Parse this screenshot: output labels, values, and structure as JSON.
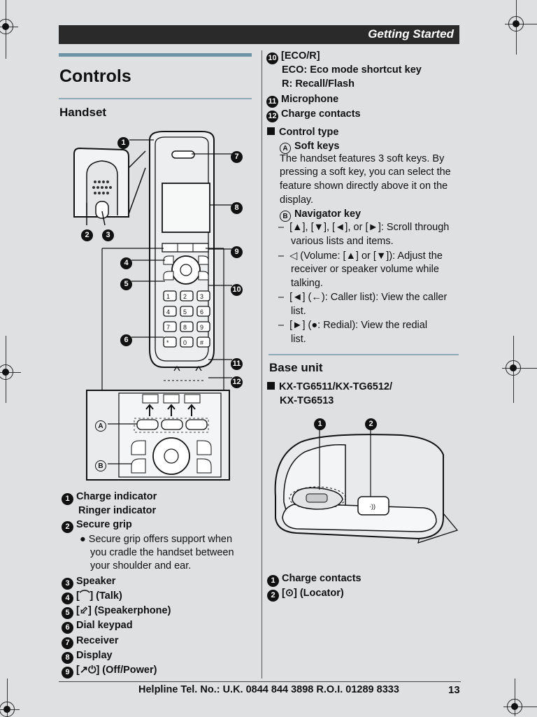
{
  "header": {
    "title": "Getting Started"
  },
  "left": {
    "heading": "Controls",
    "subheading": "Handset",
    "callouts": [
      "1",
      "2",
      "3",
      "4",
      "5",
      "6",
      "7",
      "8",
      "9",
      "10",
      "11",
      "12",
      "A",
      "B"
    ],
    "items": [
      {
        "n": "1",
        "text": "Charge indicator"
      },
      {
        "n": "",
        "text": "Ringer indicator"
      },
      {
        "n": "2",
        "text": "Secure grip"
      },
      {
        "n": "",
        "text": "Secure grip offers support when"
      },
      {
        "n": "",
        "text": "you cradle the handset between"
      },
      {
        "n": "",
        "text": "your shoulder and ear."
      },
      {
        "n": "3",
        "text": "Speaker"
      },
      {
        "n": "4",
        "text": "[⌒] (Talk)"
      },
      {
        "n": "5",
        "text": "[⬃] (Speakerphone)"
      },
      {
        "n": "6",
        "text": "Dial keypad"
      },
      {
        "n": "7",
        "text": "Receiver"
      },
      {
        "n": "8",
        "text": "Display"
      },
      {
        "n": "9",
        "text": "[↗⏻] (Off/Power)"
      }
    ]
  },
  "right": {
    "eco_title": "[ECO/R]",
    "eco_line1": "ECO: Eco mode shortcut key",
    "eco_line2": "R: Recall/Flash",
    "item11": "Microphone",
    "item12": "Charge contacts",
    "control_type": "Control type",
    "soft_keys": "Soft keys",
    "soft_desc": [
      "The handset features 3 soft keys. By",
      "pressing a soft key, you can select the",
      "feature shown directly above it on the",
      "display."
    ],
    "nav_key": "Navigator key",
    "nav_list": [
      [
        "[▲], [▼], [◄], or [►]: Scroll through",
        "various lists and items."
      ],
      [
        "◁ (Volume: [▲] or [▼]): Adjust the",
        "receiver or speaker volume while",
        "talking."
      ],
      [
        "[◄] (←): Caller list): View the caller",
        "list."
      ],
      [
        "[►] (●: Redial): View the redial",
        "list."
      ]
    ],
    "base_heading": "Base unit",
    "models_line1": "KX-TG6511/KX-TG6512/",
    "models_line2": "KX-TG6513",
    "base_items": [
      {
        "n": "1",
        "text": "Charge contacts"
      },
      {
        "n": "2",
        "text": "[⊙] (Locator)"
      }
    ]
  },
  "footer": {
    "helpline": "Helpline Tel. No.: U.K. 0844 844 3898 R.O.I. 01289 8333",
    "page": "13"
  }
}
